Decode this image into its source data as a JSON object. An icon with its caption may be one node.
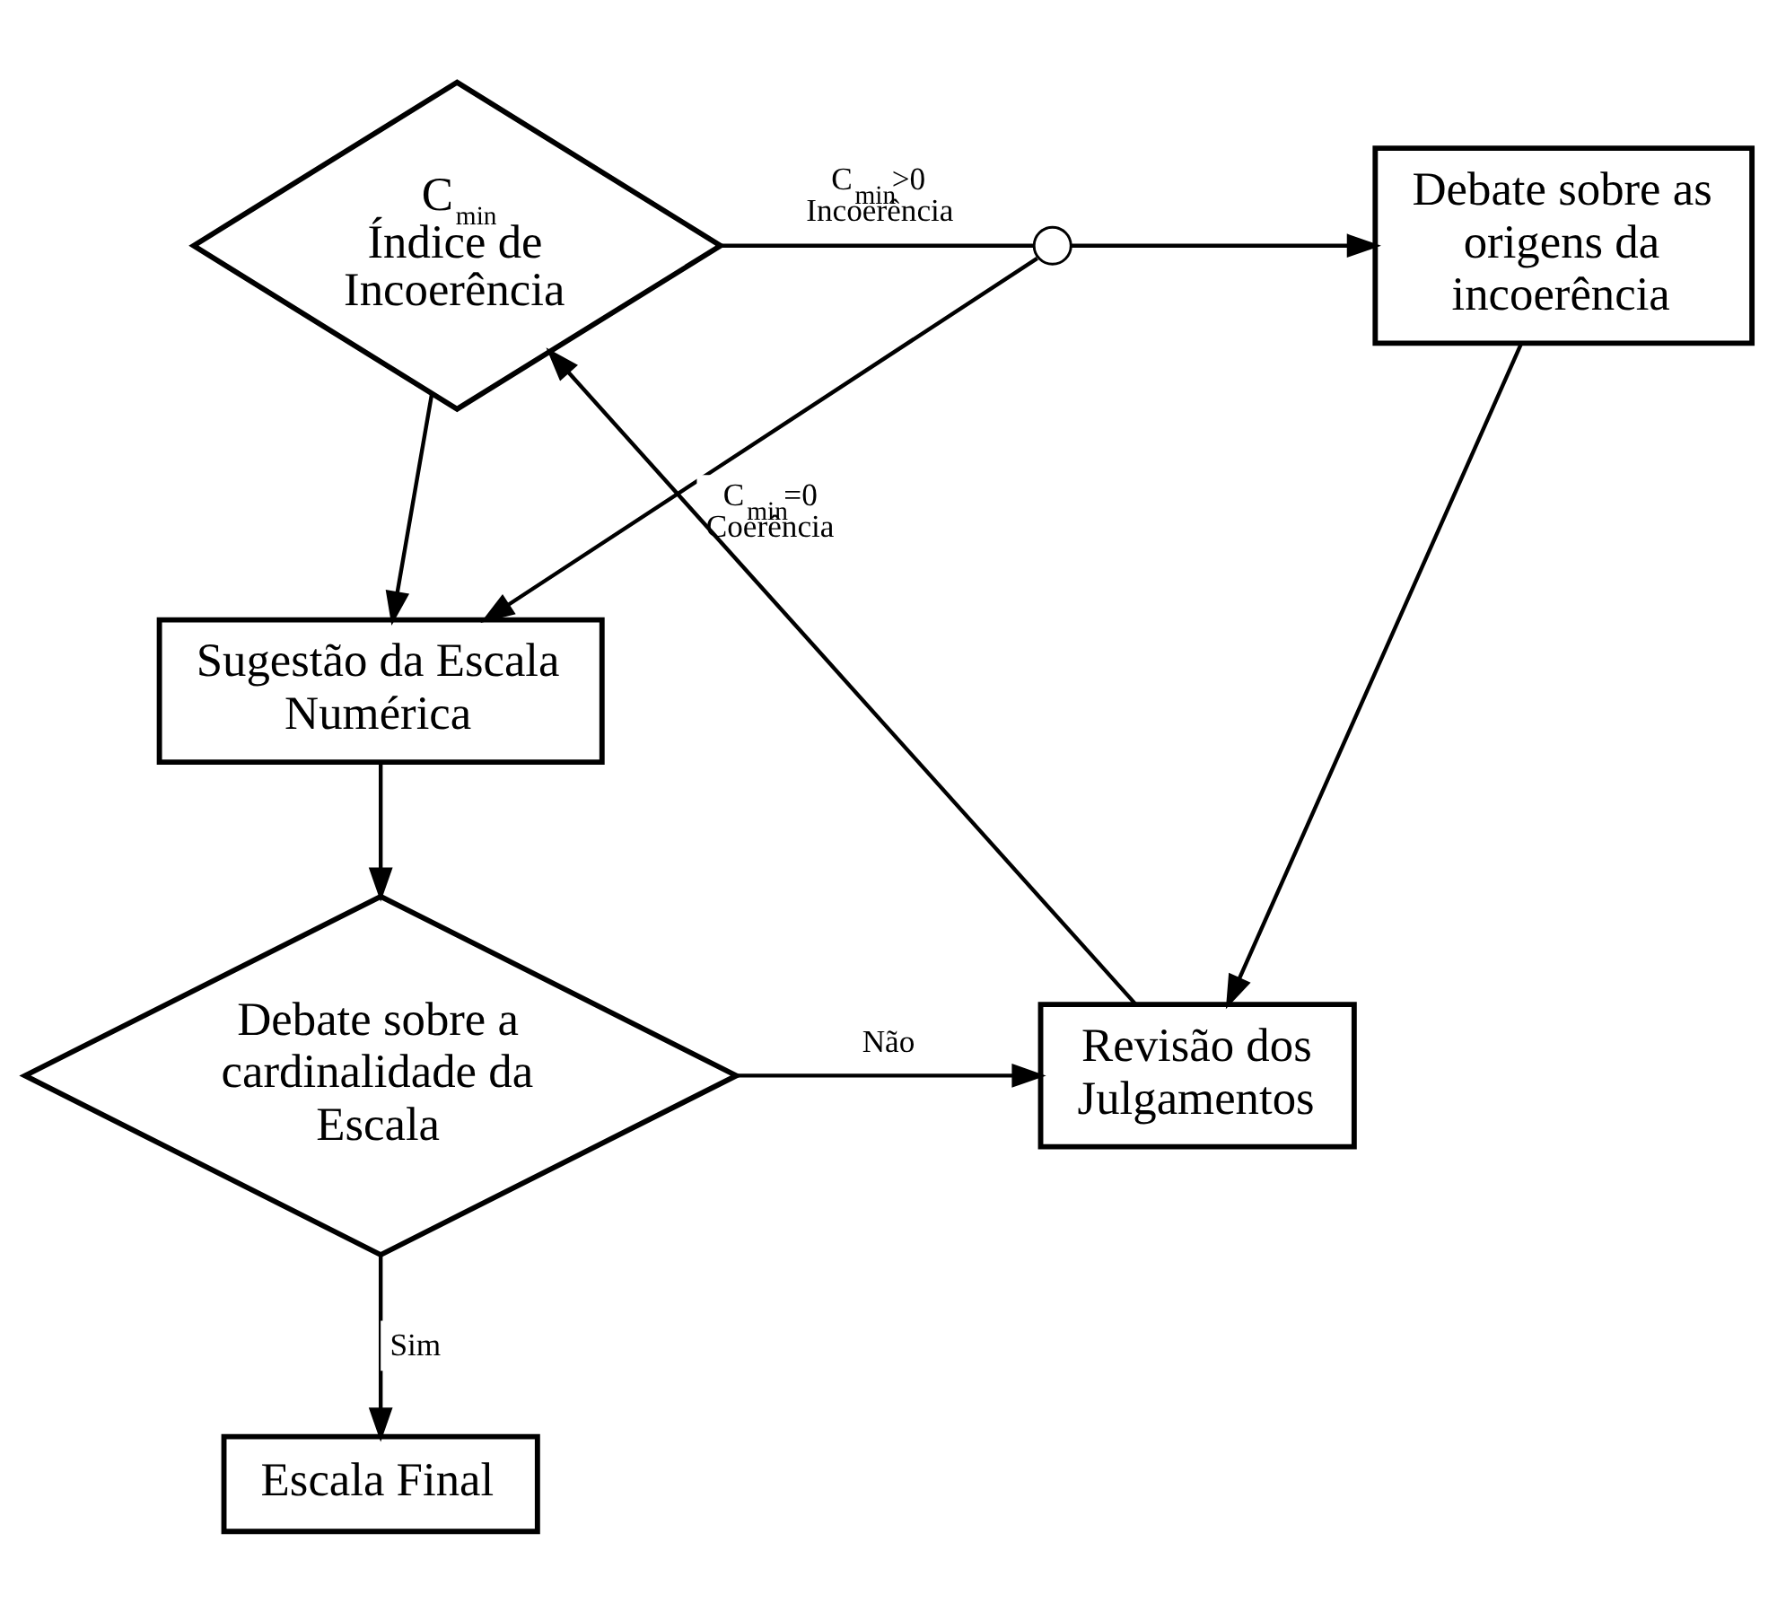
{
  "diagram": {
    "nodes": [
      {
        "text": [
          "C$_{min}$",
          "Índice de Incoerência"
        ]
      },
      {
        "text": [],
        "shape": "circle"
      },
      {
        "text": [
          "Debate sobre as origens da incoerência"
        ]
      },
      {
        "text": [
          "Sugestão da Escala Numérica"
        ]
      },
      {
        "text": [
          "Debate sobre a cardinalidade da Escala"
        ]
      },
      {
        "text": [
          "Revisão dos Julgamentos"
        ]
      },
      {
        "text": [
          "Escala Final"
        ]
      }
    ],
    "edges": [
      {
        "from": 0,
        "to": 1,
        "arrow": "none",
        "label": "C$_{min}$>0 Incoerência"
      },
      {
        "from": 1,
        "to": 2,
        "arrow": "to"
      },
      {
        "from": 0,
        "to": 3,
        "arrow": "to"
      },
      {
        "from": 1,
        "to": 3,
        "arrow": "to",
        "label": "C$_{min}$=0 Coerência"
      },
      {
        "from": 3,
        "to": 4,
        "arrow": "to"
      },
      {
        "from": 4,
        "to": 5,
        "arrow": "to",
        "label": "Não"
      },
      {
        "from": 2,
        "to": 5,
        "arrow": "to"
      },
      {
        "from": 4,
        "to": 6,
        "arrow": "to",
        "label": "Sim"
      },
      {
        "from": 5,
        "to": 0,
        "arrow": "to"
      }
    ]
  }
}
